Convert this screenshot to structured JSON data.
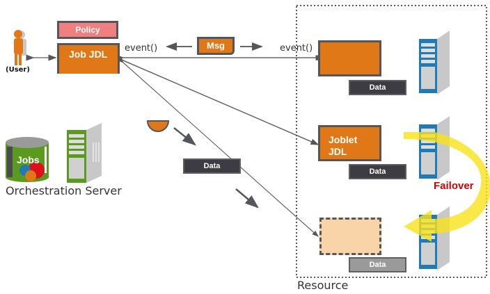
{
  "user": {
    "label": "(User)"
  },
  "job": {
    "policy_label": "Policy",
    "jdl_label": "Job JDL"
  },
  "message": {
    "event_left": "event()",
    "msg_label": "Msg",
    "event_right": "event()"
  },
  "orchestration": {
    "jobs_label": "Jobs",
    "server_label": "Orchestration Server"
  },
  "data_tags": {
    "center": "Data",
    "resource_1": "Data",
    "resource_2": "Data",
    "resource_3": "Data"
  },
  "resource": {
    "label": "Resource",
    "joblet_line1": "Joblet",
    "joblet_line2": "JDL",
    "failover_label": "Failover"
  },
  "colors": {
    "orange": "#e07818",
    "policy_pink": "#f08080",
    "dark_border": "#55565c",
    "data_dark": "#3c3c42",
    "server_blue": "#1f7ab5",
    "server_green": "#5a9a1e",
    "failover_red": "#d40000",
    "failover_yellow": "#f7e21a",
    "ghost_orange": "#f8d4a8"
  }
}
